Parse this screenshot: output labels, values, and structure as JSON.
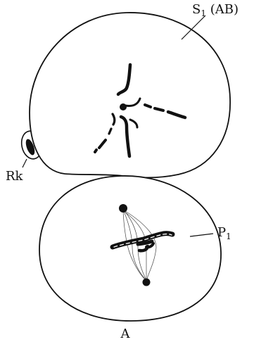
{
  "figure": {
    "labels": {
      "upper_cell": "S",
      "upper_cell_sub": "1",
      "upper_cell_suffix": " (AB)",
      "polar_body": "Rk",
      "lower_cell": "P",
      "lower_cell_sub": "1",
      "caption": "A"
    },
    "colors": {
      "ink": "#111111",
      "background": "#ffffff"
    }
  }
}
